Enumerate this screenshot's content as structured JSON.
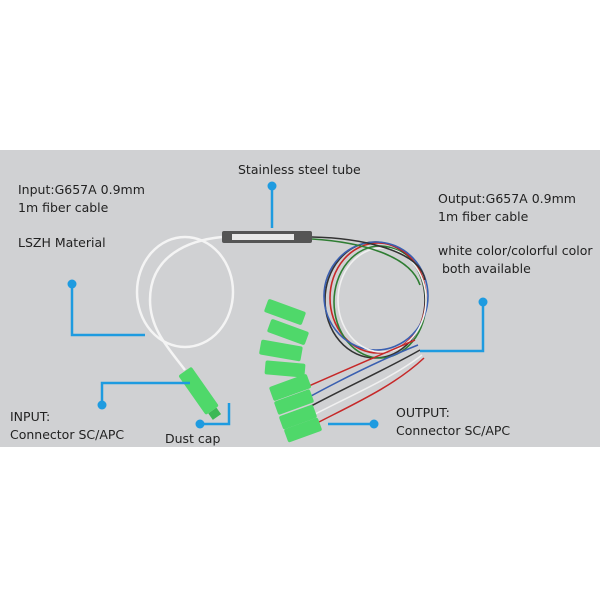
{
  "labels": {
    "tube": "Stainless steel tube",
    "input_cable_1": "Input:G657A 0.9mm",
    "input_cable_2": "1m fiber cable",
    "material": "LSZH Material",
    "output_cable_1": "Output:G657A 0.9mm",
    "output_cable_2": "1m fiber cable",
    "color_1": "white color/colorful color",
    "color_2": " both available",
    "input_conn_1": "INPUT:",
    "input_conn_2": "Connector SC/APC",
    "dust_cap": "Dust cap",
    "output_conn_1": "OUTPUT:",
    "output_conn_2": "Connector SC/APC"
  },
  "colors": {
    "callout": "#1e9be0",
    "connector": "#4fd86a",
    "background": "#d0d1d3"
  }
}
